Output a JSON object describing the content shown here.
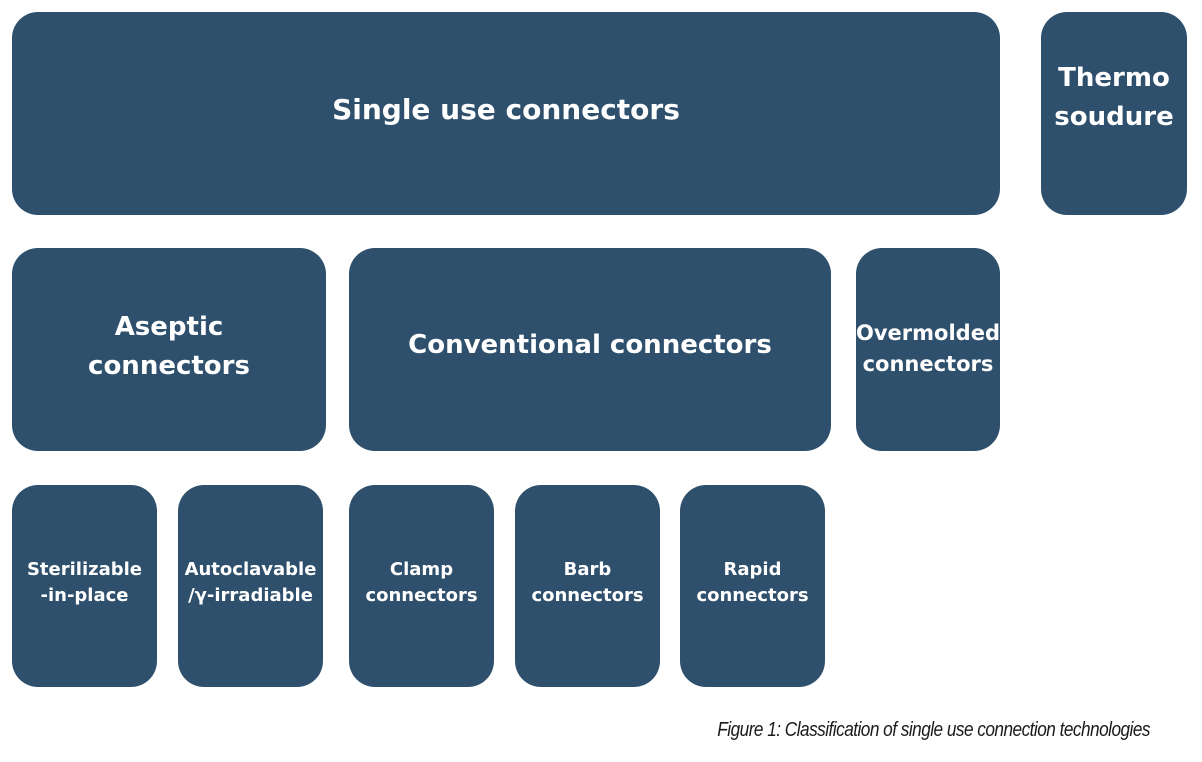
{
  "diagram": {
    "colors": {
      "box_fill": "#2e506c",
      "box_text": "#ffffff",
      "caption_text": "#1a1a1a",
      "background": "#ffffff"
    },
    "nodes": {
      "single_use": "Single use connectors",
      "thermo": "Thermo\nsoudure",
      "aseptic": "Aseptic\nconnectors",
      "conventional": "Conventional connectors",
      "overmolded": "Overmolded\nconnectors",
      "sterilizable": "Sterilizable\n-in-place",
      "autoclavable": "Autoclavable\n/γ-irradiable",
      "clamp": "Clamp\nconnectors",
      "barb": "Barb\nconnectors",
      "rapid": "Rapid\nconnectors"
    },
    "caption": "Figure 1: Classification of single use connection technologies"
  }
}
